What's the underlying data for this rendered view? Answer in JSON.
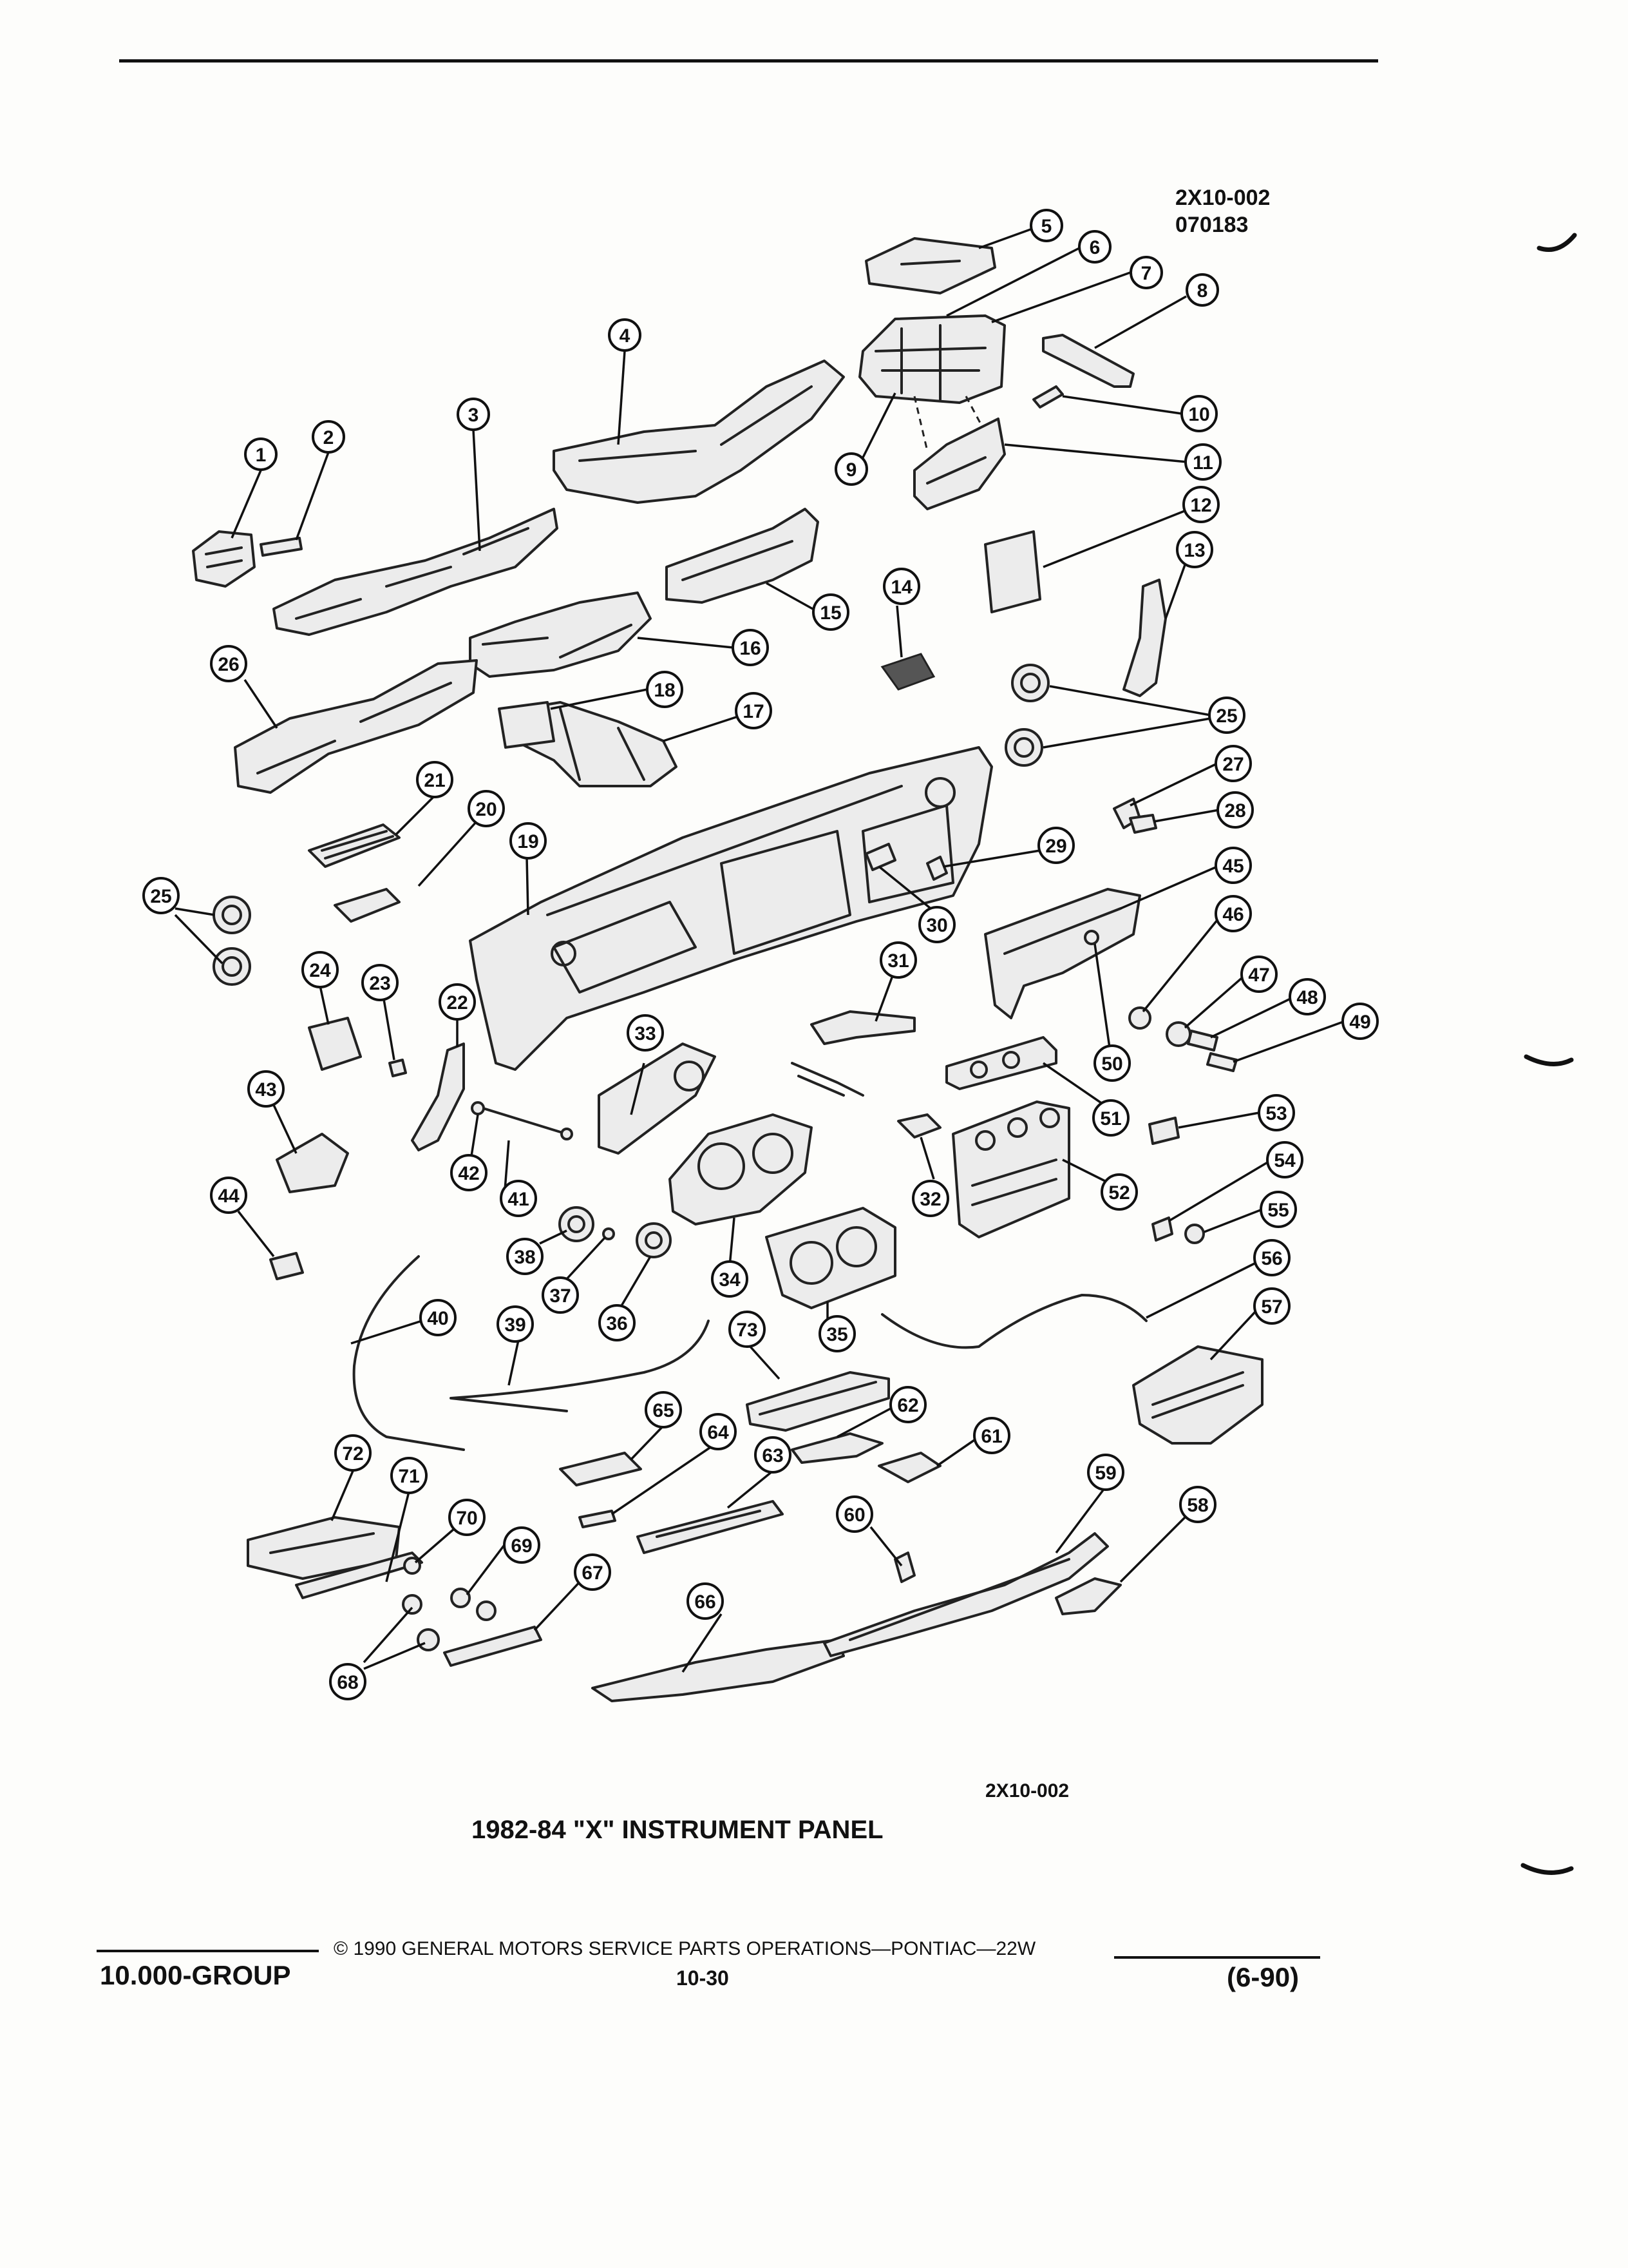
{
  "header": {
    "figure_code": "2X10-002",
    "figure_date": "070183"
  },
  "figure": {
    "code_bottom": "2X10-002",
    "title": "1982-84 \"X\" INSTRUMENT PANEL"
  },
  "footer": {
    "group": "10.000-GROUP",
    "copyright": "© 1990 GENERAL MOTORS SERVICE PARTS OPERATIONS—PONTIAC—22W",
    "page_number": "10-30",
    "revision": "(6-90)"
  },
  "callouts": [
    "1",
    "2",
    "3",
    "4",
    "5",
    "6",
    "7",
    "8",
    "9",
    "10",
    "11",
    "12",
    "13",
    "14",
    "15",
    "16",
    "17",
    "18",
    "19",
    "20",
    "21",
    "22",
    "23",
    "24",
    "25",
    "25",
    "26",
    "27",
    "28",
    "29",
    "30",
    "31",
    "32",
    "33",
    "34",
    "35",
    "36",
    "37",
    "38",
    "39",
    "40",
    "41",
    "42",
    "43",
    "44",
    "45",
    "46",
    "47",
    "48",
    "49",
    "50",
    "51",
    "52",
    "53",
    "54",
    "55",
    "56",
    "57",
    "58",
    "59",
    "60",
    "61",
    "62",
    "63",
    "64",
    "65",
    "66",
    "67",
    "68",
    "69",
    "70",
    "71",
    "72",
    "73"
  ]
}
